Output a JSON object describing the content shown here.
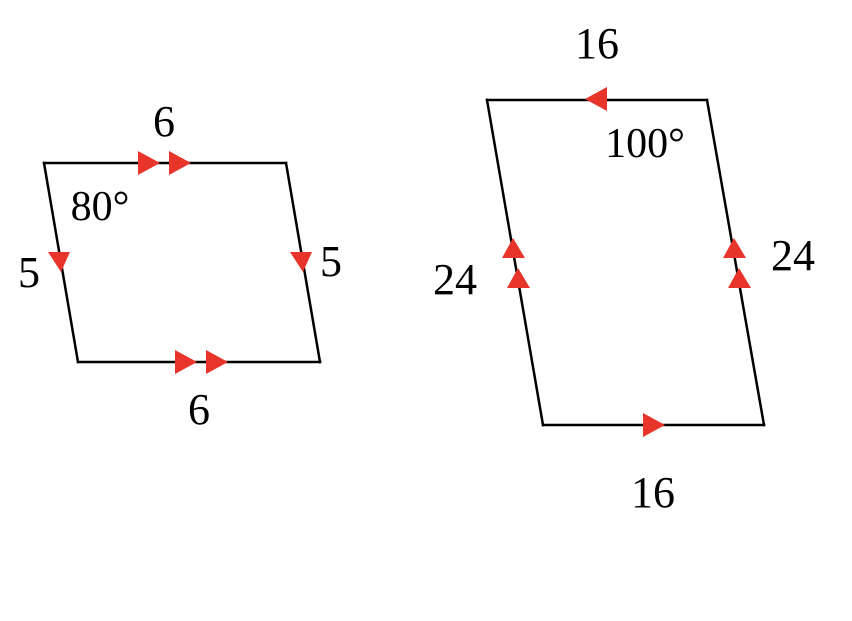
{
  "colors": {
    "line": "#000000",
    "arrow": "#e8352b",
    "background": "#ffffff"
  },
  "figure_left": {
    "name": "parallelogram",
    "labels": {
      "top": "6",
      "bottom": "6",
      "left": "5",
      "right": "5",
      "angle": "80°"
    },
    "parallel_marks": {
      "top_bottom": 2,
      "left_right": 1
    }
  },
  "figure_right": {
    "name": "parallelogram",
    "labels": {
      "top": "16",
      "bottom": "16",
      "left": "24",
      "right": "24",
      "angle": "100°"
    },
    "parallel_marks": {
      "top_bottom": 1,
      "left_right": 2
    }
  }
}
